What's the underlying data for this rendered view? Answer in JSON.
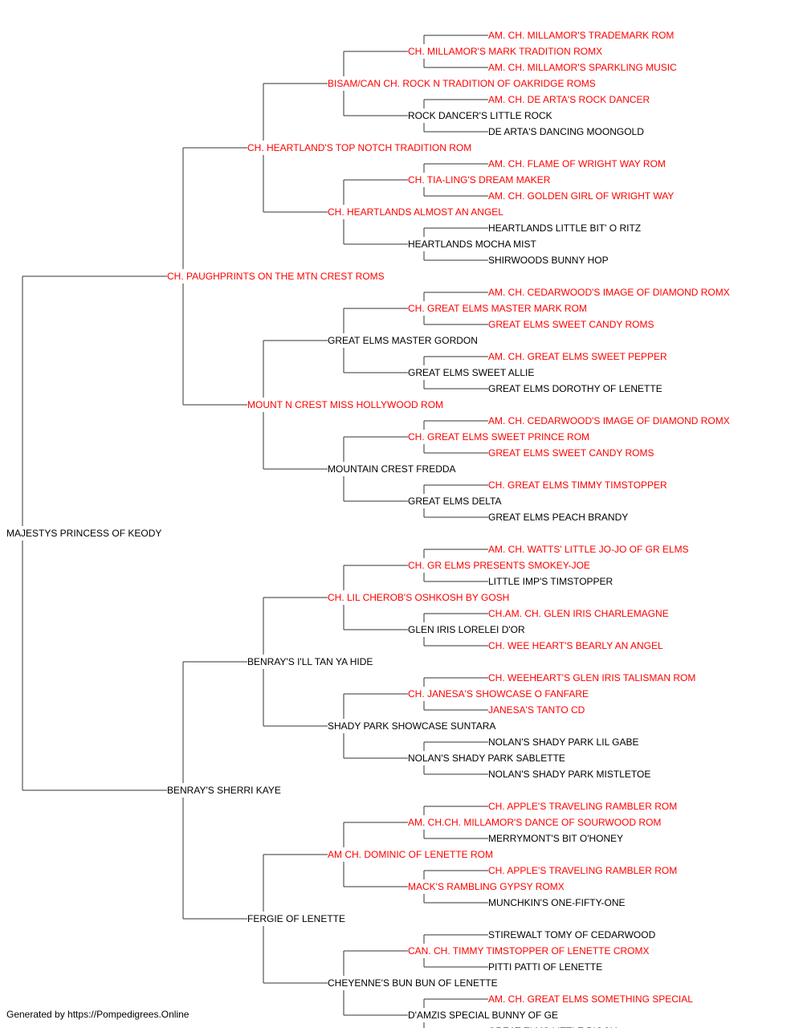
{
  "colors": {
    "champion": "#ff0000",
    "normal": "#000000",
    "line": "#333333"
  },
  "subject": {
    "name": "MAJESTYS PRINCESS OF KEODY",
    "champion": false
  },
  "sire": {
    "name": "CH. PAUGHPRINTS ON THE MTN CREST ROMS",
    "champion": true
  },
  "dam": {
    "name": "BENRAY'S SHERRI KAYE",
    "champion": false
  },
  "gen3": [
    {
      "name": "CH. HEARTLAND'S TOP NOTCH TRADITION ROM",
      "champion": true
    },
    {
      "name": "MOUNT N CREST MISS HOLLYWOOD ROM",
      "champion": true
    },
    {
      "name": "BENRAY'S I'LL TAN YA HIDE",
      "champion": false
    },
    {
      "name": "FERGIE OF LENETTE",
      "champion": false
    }
  ],
  "gen4": [
    {
      "name": "BISAM/CAN CH. ROCK N TRADITION OF OAKRIDGE ROMS",
      "champion": true
    },
    {
      "name": "CH. HEARTLANDS ALMOST AN ANGEL",
      "champion": true
    },
    {
      "name": "GREAT ELMS MASTER GORDON",
      "champion": false
    },
    {
      "name": "MOUNTAIN CREST FREDDA",
      "champion": false
    },
    {
      "name": "CH. LIL CHEROB'S OSHKOSH BY GOSH",
      "champion": true
    },
    {
      "name": "SHADY PARK SHOWCASE SUNTARA",
      "champion": false
    },
    {
      "name": "AM CH. DOMINIC OF LENETTE ROM",
      "champion": true
    },
    {
      "name": "CHEYENNE'S BUN BUN OF LENETTE",
      "champion": false
    }
  ],
  "gen5": [
    {
      "name": "CH. MILLAMOR'S MARK TRADITION ROMX",
      "champion": true
    },
    {
      "name": "ROCK DANCER'S LITTLE ROCK",
      "champion": false
    },
    {
      "name": "CH. TIA-LING'S DREAM MAKER",
      "champion": true
    },
    {
      "name": "HEARTLANDS MOCHA MIST",
      "champion": false
    },
    {
      "name": "CH. GREAT ELMS MASTER MARK ROM",
      "champion": true
    },
    {
      "name": "GREAT ELMS SWEET ALLIE",
      "champion": false
    },
    {
      "name": "CH. GREAT ELMS SWEET PRINCE ROM",
      "champion": true
    },
    {
      "name": "GREAT ELMS DELTA",
      "champion": false
    },
    {
      "name": "CH. GR ELMS PRESENTS SMOKEY-JOE",
      "champion": true
    },
    {
      "name": "GLEN IRIS LORELEI D'OR",
      "champion": false
    },
    {
      "name": "CH. JANESA'S SHOWCASE O FANFARE",
      "champion": true
    },
    {
      "name": "NOLAN'S SHADY PARK SABLETTE",
      "champion": false
    },
    {
      "name": "AM. CH.CH. MILLAMOR'S DANCE OF SOURWOOD ROM",
      "champion": true
    },
    {
      "name": "MACK'S RAMBLING GYPSY ROMX",
      "champion": true
    },
    {
      "name": "CAN. CH. TIMMY TIMSTOPPER OF LENETTE CROMX",
      "champion": true
    },
    {
      "name": "D'AMZIS SPECIAL BUNNY OF GE",
      "champion": false
    }
  ],
  "gen6": [
    {
      "name": "AM. CH. MILLAMOR'S TRADEMARK ROM",
      "champion": true
    },
    {
      "name": "AM. CH. MILLAMOR'S SPARKLING MUSIC",
      "champion": true
    },
    {
      "name": "AM. CH. DE ARTA'S ROCK DANCER",
      "champion": true
    },
    {
      "name": "DE ARTA'S DANCING MOONGOLD",
      "champion": false
    },
    {
      "name": "AM. CH. FLAME OF WRIGHT WAY ROM",
      "champion": true
    },
    {
      "name": "AM. CH. GOLDEN GIRL OF WRIGHT WAY",
      "champion": true
    },
    {
      "name": "HEARTLANDS LITTLE BIT' O RITZ",
      "champion": false
    },
    {
      "name": "SHIRWOODS BUNNY HOP",
      "champion": false
    },
    {
      "name": "AM. CH. CEDARWOOD'S IMAGE OF DIAMOND ROMX",
      "champion": true
    },
    {
      "name": "GREAT ELMS SWEET CANDY ROMS",
      "champion": true
    },
    {
      "name": "AM. CH. GREAT ELMS SWEET PEPPER",
      "champion": true
    },
    {
      "name": "GREAT ELMS DOROTHY OF LENETTE",
      "champion": false
    },
    {
      "name": "AM. CH. CEDARWOOD'S IMAGE OF DIAMOND ROMX",
      "champion": true
    },
    {
      "name": "GREAT ELMS SWEET CANDY ROMS",
      "champion": true
    },
    {
      "name": "CH. GREAT ELMS TIMMY TIMSTOPPER",
      "champion": true
    },
    {
      "name": "GREAT ELMS PEACH BRANDY",
      "champion": false
    },
    {
      "name": "AM. CH. WATTS' LITTLE JO-JO OF GR ELMS",
      "champion": true
    },
    {
      "name": "LITTLE IMP'S TIMSTOPPER",
      "champion": false
    },
    {
      "name": "CH.AM. CH. GLEN IRIS CHARLEMAGNE",
      "champion": true
    },
    {
      "name": "CH. WEE HEART'S BEARLY AN ANGEL",
      "champion": true
    },
    {
      "name": "CH. WEEHEART'S GLEN IRIS TALISMAN ROM",
      "champion": true
    },
    {
      "name": "JANESA'S TANTO CD",
      "champion": true
    },
    {
      "name": "NOLAN'S SHADY PARK LIL GABE",
      "champion": false
    },
    {
      "name": "NOLAN'S SHADY PARK MISTLETOE",
      "champion": false
    },
    {
      "name": "CH. APPLE'S TRAVELING RAMBLER ROM",
      "champion": true
    },
    {
      "name": "MERRYMONT'S BIT O'HONEY",
      "champion": false
    },
    {
      "name": "CH. APPLE'S TRAVELING RAMBLER ROM",
      "champion": true
    },
    {
      "name": "MUNCHKIN'S ONE-FIFTY-ONE",
      "champion": false
    },
    {
      "name": "STIREWALT TOMY OF CEDARWOOD",
      "champion": false
    },
    {
      "name": "PITTI PATTI OF LENETTE",
      "champion": false
    },
    {
      "name": "AM. CH. GREAT ELMS SOMETHING SPECIAL",
      "champion": true
    },
    {
      "name": "GREAT ELMS LITTLE PIGGY",
      "champion": false
    }
  ],
  "footer": "Generated by https://Pompedigrees.Online"
}
